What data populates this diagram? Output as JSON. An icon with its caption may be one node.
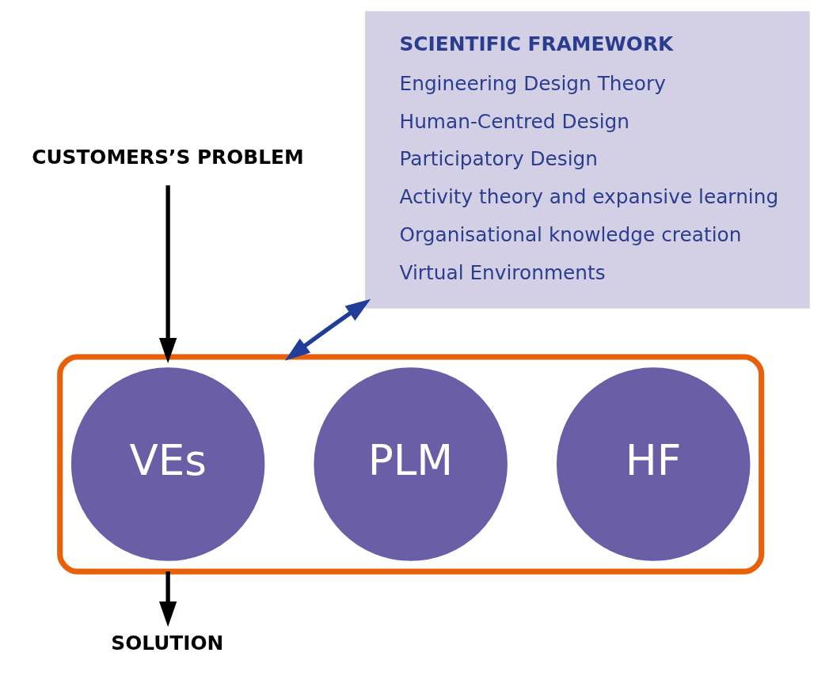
{
  "diagram": {
    "nodes": [
      {
        "text": [
          "CUSTOMERS’S PROBLEM"
        ]
      },
      {
        "text": [],
        "shape": "funnel"
      },
      {
        "text": [
          "HF"
        ],
        "in": 1
      },
      {
        "text": [
          "PLM"
        ],
        "in": 1
      },
      {
        "text": [
          "VEs"
        ],
        "in": 1
      },
      {
        "text": [
          "SOLUTION"
        ]
      },
      {
        "text": [
          "SCIENTIFIC FRAMEWORK",
          "Engineering Design Theory",
          "Human-Centred Design",
          "Participatory Design",
          "Activity theory and expansive learning",
          "Organisational knowledge creation",
          "Virtual Environments"
        ]
      }
    ],
    "edges": [
      {
        "from": 0,
        "to": 1,
        "arrow": "to"
      },
      {
        "from": 1,
        "to": 5,
        "arrow": "to"
      },
      {
        "from": 1,
        "to": 6,
        "arrow": "both",
        "color": "#1f3d99"
      }
    ]
  }
}
